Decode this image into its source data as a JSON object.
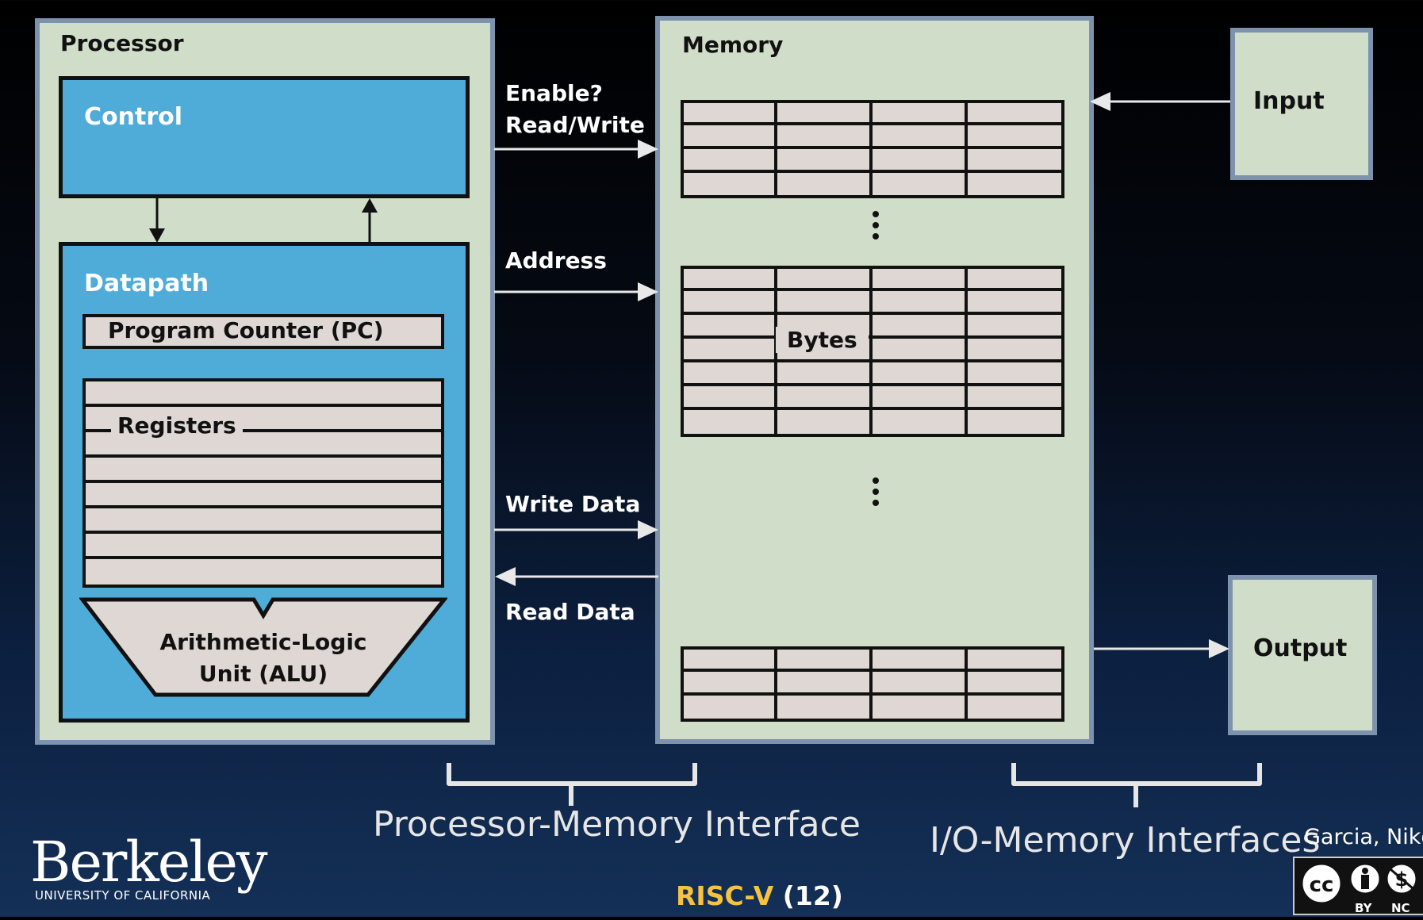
{
  "processor": {
    "title": "Processor",
    "control": "Control",
    "datapath": "Datapath",
    "pc": "Program Counter (PC)",
    "registers": "Registers",
    "alu_line1": "Arithmetic-Logic",
    "alu_line2": "Unit (ALU)"
  },
  "memory": {
    "title": "Memory",
    "bytes": "Bytes"
  },
  "io": {
    "input": "Input",
    "output": "Output"
  },
  "signals": {
    "enable": "Enable?",
    "read_write": "Read/Write",
    "address": "Address",
    "write_data": "Write Data",
    "read_data": "Read Data"
  },
  "interfaces": {
    "processor_memory": "Processor-Memory Interface",
    "io_memory": "I/O-Memory Interfaces"
  },
  "footer": {
    "logo": "Berkeley",
    "logo_sub": "UNIVERSITY OF CALIFORNIA",
    "course_accent": "RISC-V",
    "course_page": "(12)",
    "author": "Garcia, Nikc",
    "cc_by": "BY",
    "cc_nc": "NC"
  },
  "colors": {
    "panel": "#d0ddc9",
    "panel_border": "#7d93ad",
    "blue": "#4fabd7",
    "cell": "#ded7d3",
    "accent": "#f5c242"
  }
}
